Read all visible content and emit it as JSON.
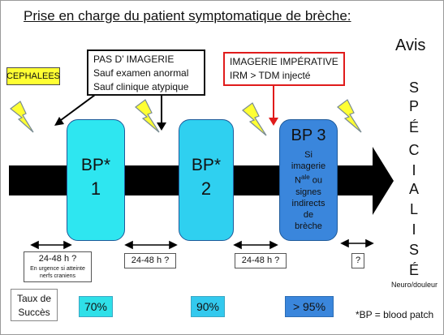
{
  "title": "Prise en charge du patient symptomatique de brèche:",
  "cephalees": "CEPHALEES",
  "callout_no_imaging": {
    "line1": "PAS D’ IMAGERIE",
    "line2": "Sauf examen anormal",
    "line3": "Sauf clinique atypique"
  },
  "callout_imaging": {
    "line1": "IMAGERIE IMPÉRATIVE",
    "line2": "IRM > TDM injecté"
  },
  "bp1": {
    "label": "BP*",
    "number": "1"
  },
  "bp2": {
    "label": "BP*",
    "number": "2"
  },
  "bp3": {
    "label": "BP 3",
    "desc_line1": "Si",
    "desc_line2": "imagerie",
    "desc_line3_pre": "N",
    "desc_line3_sup": "ale",
    "desc_line3_post": " ou",
    "desc_line4": "signes",
    "desc_line5": "indirects",
    "desc_line6": "de",
    "desc_line7": "brèche"
  },
  "intervals": {
    "first_main": "24-48 h ?",
    "first_note": "En urgence si atteinte nerfs craniens",
    "second": "24-48 h ?",
    "third": "24-48 h ?",
    "fourth": "?"
  },
  "success": {
    "label_line1": "Taux de",
    "label_line2": "Succès",
    "bp1_rate": "70%",
    "bp2_rate": "90%",
    "bp3_rate": "> 95%"
  },
  "specialist": {
    "avis": "Avis",
    "letters": [
      "S",
      "P",
      "É",
      "C",
      "I",
      "A",
      "L",
      "I",
      "S",
      "É"
    ],
    "note": "Neuro/douleur"
  },
  "footnote": "*BP = blood patch",
  "colors": {
    "arrow": "#000000",
    "bp1": "#2ee6f0",
    "bp2": "#2fd0f0",
    "bp3": "#3a86dc",
    "lightning": "#ffff33",
    "highlight": "#ffff33",
    "imaging_border": "#e01b1b"
  }
}
